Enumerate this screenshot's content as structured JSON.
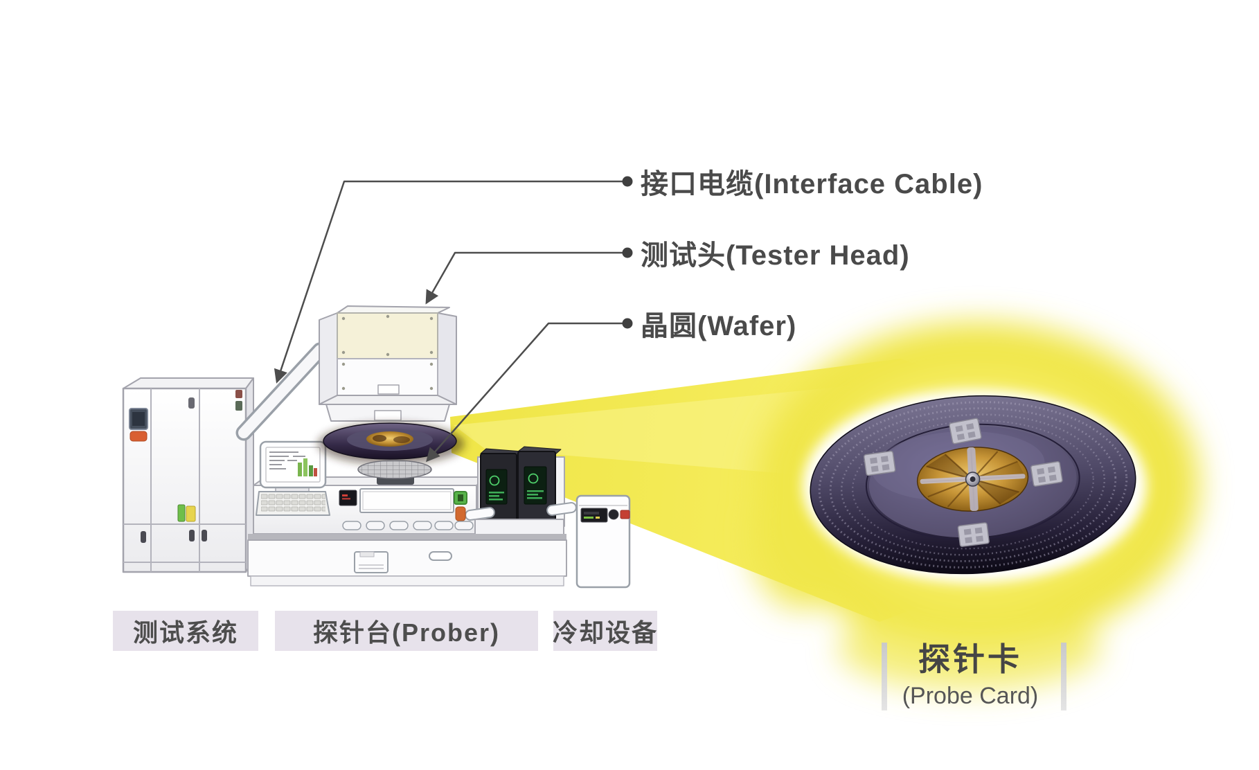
{
  "page": {
    "background": "#ffffff"
  },
  "callouts": {
    "interface_cable": "接口电缆(Interface Cable)",
    "tester_head": "测试头(Tester Head)",
    "wafer": "晶圆(Wafer)"
  },
  "equipment_labels": {
    "test_system": "测试系统",
    "prober": "探针台(Prober)",
    "cooling_unit": "冷却设备"
  },
  "probe_card_label": {
    "title": "探针卡",
    "subtitle": "(Probe Card)"
  },
  "colors": {
    "text": "#4a4a4a",
    "label_box_bg": "#e7e2eb",
    "leader_line": "#4d4d4d",
    "beam_yellow": "#f3e94e",
    "disc_purple": "#3e3857",
    "gold_center": "#c8963a",
    "display_green": "#4ecf6a",
    "alert_red": "#d4502a"
  }
}
